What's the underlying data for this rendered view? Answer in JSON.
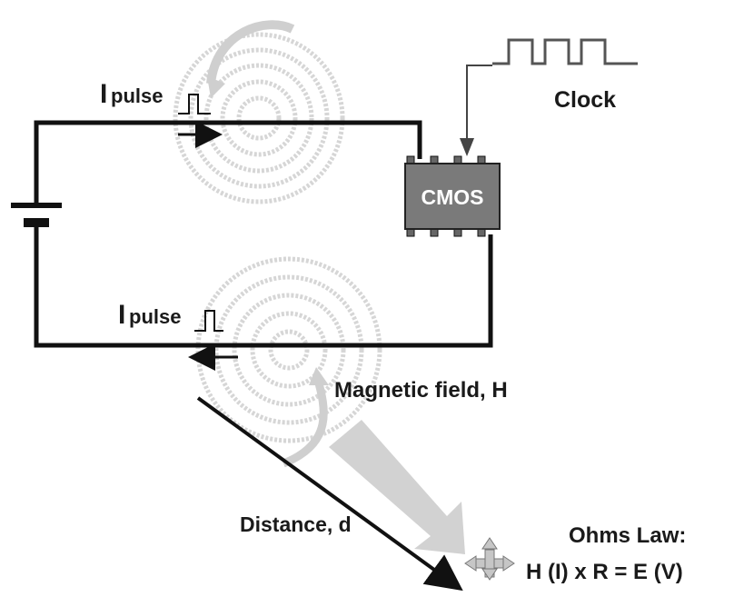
{
  "labels": {
    "current_top_main": "I",
    "current_top_sub": "pulse",
    "current_bottom_main": "I",
    "current_bottom_sub": "pulse",
    "clock": "Clock",
    "chip": "CMOS",
    "magnetic_field": "Magnetic field, H",
    "distance": "Distance, d",
    "ohms_law_title": "Ohms Law:",
    "ohms_law_formula": "H (I) x R = E (V)"
  },
  "colors": {
    "wire": "#111111",
    "chip_body": "#7a7a7a",
    "chip_text": "#ffffff",
    "field_rings": "#cfcfcf",
    "field_arrow": "#d2d2d2",
    "move_icon": "#c6c6c6"
  },
  "icons": {
    "move": "four-way-move-arrows"
  }
}
